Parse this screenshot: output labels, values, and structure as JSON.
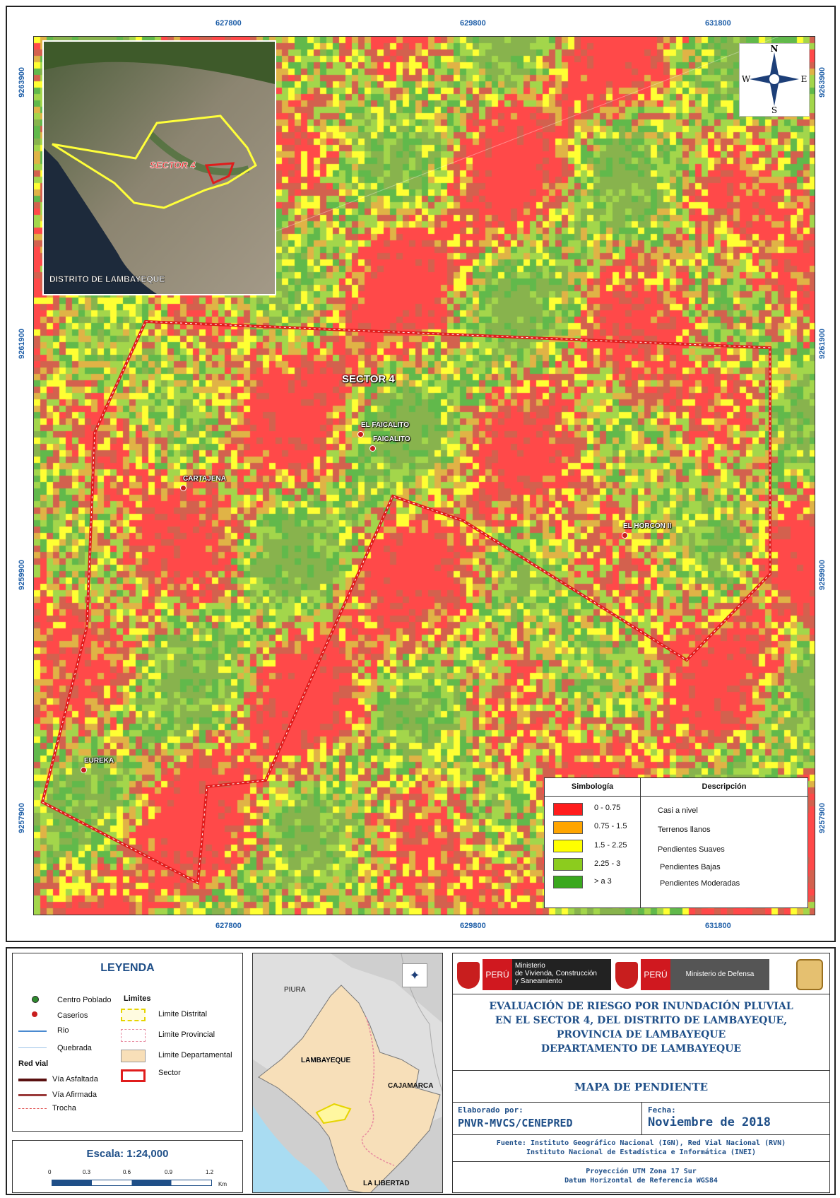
{
  "coords": {
    "top": [
      "627800",
      "629800",
      "631800"
    ],
    "bottom": [
      "627800",
      "629800",
      "631800"
    ],
    "left": [
      "9263900",
      "9261900",
      "9259900",
      "9257900"
    ],
    "right": [
      "9263900",
      "9261900",
      "9259900",
      "9257900"
    ]
  },
  "map": {
    "sector_label": "SECTOR 4",
    "places": [
      {
        "name": "EL FAICALITO"
      },
      {
        "name": "FAICALITO"
      },
      {
        "name": "CARTAJENA"
      },
      {
        "name": "EL HORCON II"
      },
      {
        "name": "EUREKA"
      }
    ]
  },
  "inset": {
    "sector_label": "SECTOR 4",
    "district_label": "DISTRITO DE LAMBAYEQUE"
  },
  "north_arrow": {
    "n": "N",
    "s": "S",
    "e": "E",
    "w": "W"
  },
  "symbology": {
    "header_left": "Simbología",
    "header_right": "Descripción",
    "classes": [
      {
        "range": "0 - 0.75",
        "desc": "Casi a nivel",
        "color": "#ff1c1c"
      },
      {
        "range": "0.75 - 1.5",
        "desc": "Terrenos llanos",
        "color": "#ffa500"
      },
      {
        "range": "1.5 - 2.25",
        "desc": "Pendientes Suaves",
        "color": "#ffff00"
      },
      {
        "range": "2.25 - 3",
        "desc": "Pendientes Bajas",
        "color": "#8ccc1e"
      },
      {
        "range": "> a 3",
        "desc": "Pendientes Moderadas",
        "color": "#3aa81e"
      }
    ]
  },
  "leyenda": {
    "title": "LEYENDA",
    "centro_poblado": "Centro Poblado",
    "caserios": "Caserios",
    "rio": "Rio",
    "quebrada": "Quebrada",
    "red_vial": "Red vial",
    "via_asfaltada": "Vía Asfaltada",
    "via_afirmada": "Vía Afirmada",
    "trocha": "Trocha",
    "limites": "Limites",
    "limite_distrital": "Limite Distrital",
    "limite_provincial": "Limite Provincial",
    "limite_departamental": "Limite Departamental",
    "sector": "Sector"
  },
  "escala": {
    "label": "Escala:  1:24,000",
    "ticks": [
      "0",
      "0.3",
      "0.6",
      "0.9",
      "1.2"
    ],
    "unit": "Km"
  },
  "locator": {
    "piura": "PIURA",
    "lambayeque": "LAMBAYEQUE",
    "cajamarca": "CAJAMARCA",
    "la_libertad": "LA LIBERTAD"
  },
  "header": {
    "peru1": "PERÚ",
    "ministerio1": "Ministerio\nde Vivienda, Construcción\ny Saneamiento",
    "peru2": "PERÚ",
    "ministerio2": "Ministerio de Defensa"
  },
  "title": {
    "line1": "EVALUACIÓN DE RIESGO POR INUNDACIÓN PLUVIAL",
    "line2": "EN EL SECTOR 4, DEL DISTRITO DE LAMBAYEQUE,",
    "line3": "PROVINCIA DE LAMBAYEQUE",
    "line4": "DEPARTAMENTO DE LAMBAYEQUE",
    "map_name": "MAPA DE PENDIENTE",
    "elaborado_label": "Elaborado por:",
    "elaborado_value": "PNVR-MVCS/CENEPRED",
    "fecha_label": "Fecha:",
    "fecha_value": "Noviembre de 2018",
    "fuente1": "Fuente: Instituto Geográfico Nacional (IGN), Red Vial Nacional (RVN)",
    "fuente2": "Instituto Nacional de Estadística e Informática (INEI)",
    "proyeccion1": "Proyección UTM Zona 17 Sur",
    "proyeccion2": "Datum Horizontal de Referencia WGS84"
  }
}
